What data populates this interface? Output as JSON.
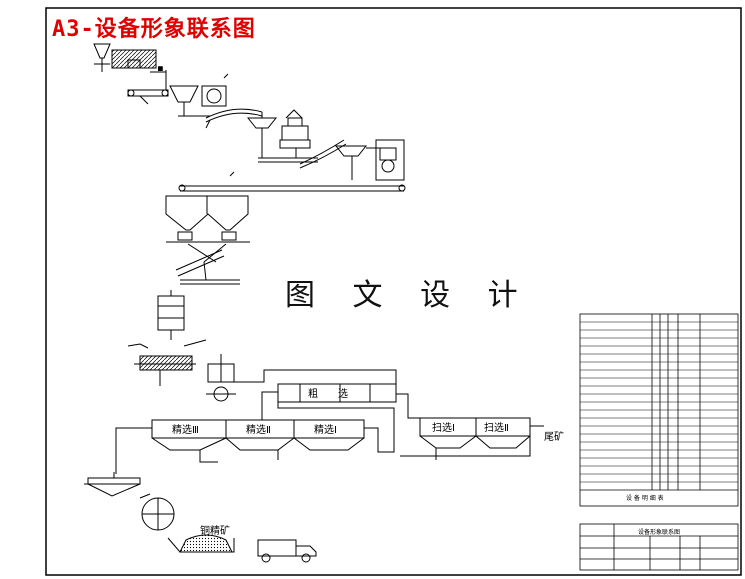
{
  "title": "A3-设备形象联系图",
  "watermark": "图 文 设 计",
  "flotation": {
    "rough": "粗　　选",
    "clean_3": "精选Ⅲ",
    "clean_2": "精选Ⅱ",
    "clean_1": "精选Ⅰ",
    "scav_1": "扫选Ⅰ",
    "scav_2": "扫选Ⅱ"
  },
  "labels": {
    "tailings": "尾矿",
    "copper_concentrate": "铜精矿"
  },
  "table": {
    "footer_name": "设 备 明 细 表"
  },
  "title_block": {
    "drawing_title": "设备形象联系图"
  }
}
